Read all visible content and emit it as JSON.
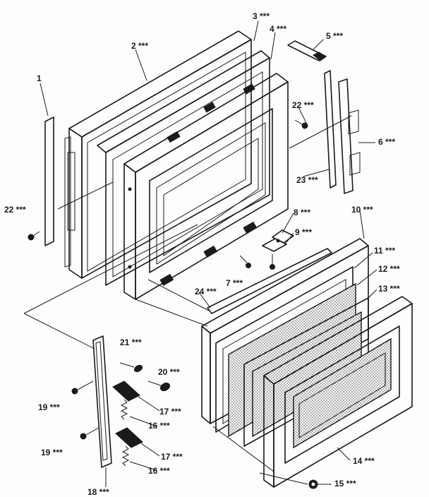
{
  "diagram": {
    "labels": {
      "p1": "1",
      "p2": "2 ***",
      "p3": "3 ***",
      "p4": "4 ***",
      "p5": "5 ***",
      "p6": "6 ***",
      "p7": "7 ***",
      "p8": "8 ***",
      "p9": "9 ***",
      "p10": "10 ***",
      "p11": "11 ***",
      "p12": "12 ***",
      "p13": "13 ***",
      "p14": "14 ***",
      "p15": "15 ***",
      "p16a": "16 ***",
      "p16b": "16 ***",
      "p17a": "17 ***",
      "p17b": "17 ***",
      "p18": "18 ***",
      "p19a": "19 ***",
      "p19b": "19 ***",
      "p20": "20 ***",
      "p21": "21 ***",
      "p22a": "22 ***",
      "p22b": "22 ***",
      "p23": "23 ***",
      "p24": "24 ***"
    }
  }
}
